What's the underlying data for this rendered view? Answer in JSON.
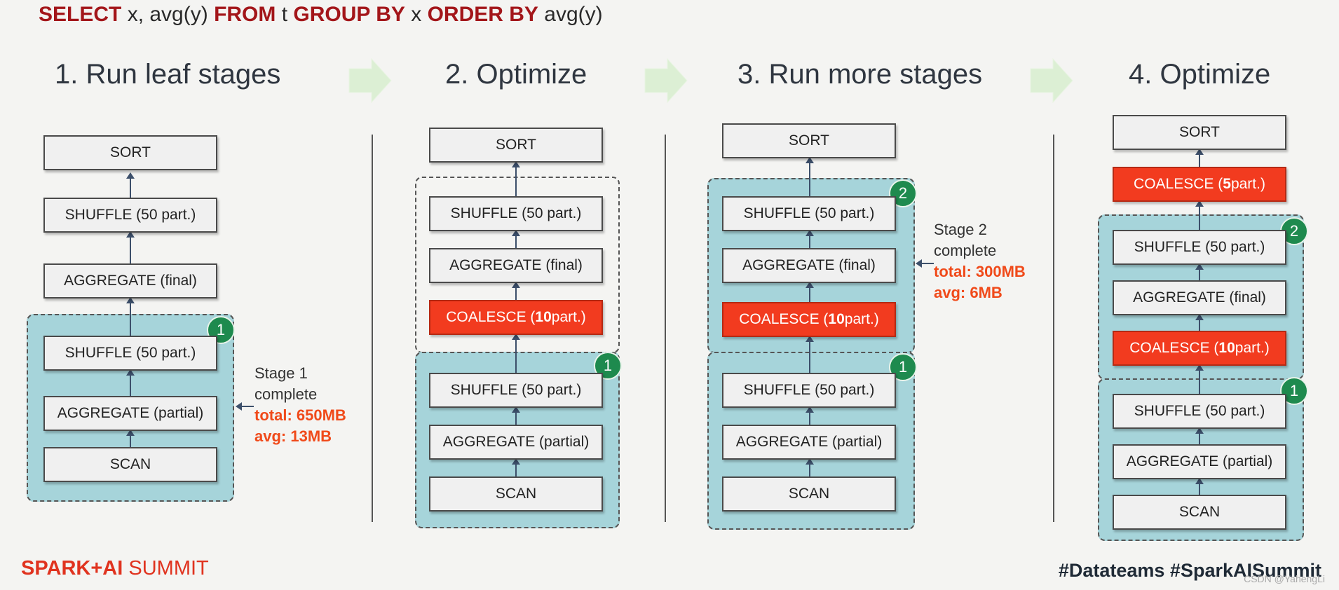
{
  "query": {
    "select_kw": "SELECT",
    "select_rest": " x, avg(y) ",
    "from_kw": "FROM",
    "from_rest": " t ",
    "group_kw": "GROUP BY",
    "group_rest": " x ",
    "order_kw": "ORDER BY",
    "order_rest": " avg(y)"
  },
  "headings": [
    "1.  Run leaf stages",
    "2. Optimize",
    "3. Run more stages",
    "4. Optimize"
  ],
  "labels": {
    "sort": "SORT",
    "shuffle": "SHUFFLE (50 part.)",
    "agg_final": "AGGREGATE (final)",
    "agg_partial": "AGGREGATE (partial)",
    "scan": "SCAN",
    "coalesce_pre": "COALESCE (",
    "coalesce_10": "10",
    "coalesce_5": "5",
    "coalesce_post": " part.)"
  },
  "badges": {
    "one": "1",
    "two": "2"
  },
  "stage1_note": {
    "line1": "Stage 1",
    "line2": "complete",
    "total": "total: 650MB",
    "avg": "avg: 13MB"
  },
  "stage2_note": {
    "line1": "Stage 2",
    "line2": "complete",
    "total": "total: 300MB",
    "avg": "avg: 6MB"
  },
  "footer": {
    "logo_a": "SPARK+AI",
    "logo_b": " SUMMIT",
    "tags": "#Datateams  #SparkAISummit",
    "watermark": "CSDN @YahengLi"
  },
  "colors": {
    "accent_red": "#f23b1f",
    "stage_fill": "#a6d4da",
    "badge_green": "#1e8a4e",
    "keyword": "#a3161a"
  }
}
